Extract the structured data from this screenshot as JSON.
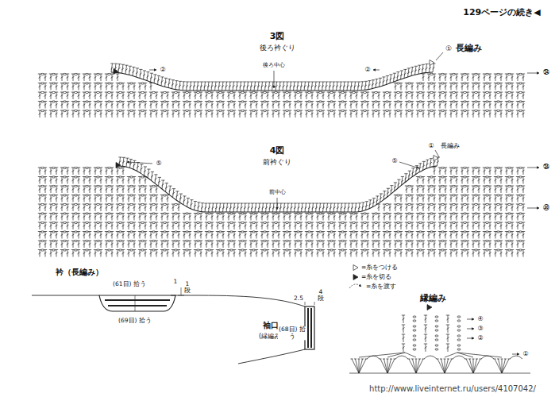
{
  "diagram": {
    "labels": [
      "129ページの続き◀",
      "3図",
      "後ろ衿ぐり",
      "後ろ中心",
      "②",
      "②",
      "①",
      "長編み",
      "㉞",
      "4図",
      "前衿ぐり",
      "前中心",
      "⑤",
      "⑤",
      "①",
      "長編み",
      "㉞",
      "㉚",
      "衿（長編み）",
      "(61目) 拾う",
      "1",
      "1段",
      "(69目) 拾う",
      "2.5",
      "4段",
      "袖口",
      "(縁編み)",
      "(68目) 拾う",
      "縁編み",
      "④",
      "③",
      "②",
      "①",
      "http://www.liveinternet.ru/users/4107042/"
    ],
    "legend": [
      {
        "text": "=糸をつける"
      },
      {
        "text": "=糸を切る"
      },
      {
        "text": "=糸を渡す"
      }
    ]
  }
}
